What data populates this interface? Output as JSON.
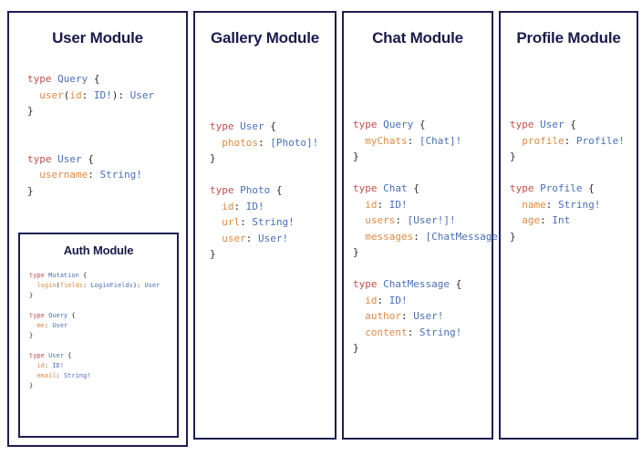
{
  "page": {
    "background": "#ffffff",
    "border_color": "#1e1e50",
    "title_color": "#1b1b4b"
  },
  "syntax_colors": {
    "keyword": "#c0504d",
    "type_name": "#4a6fb5",
    "field_name": "#e08a43",
    "punctuation": "#2b2b2b"
  },
  "cards": [
    {
      "id": "user",
      "title": "User Module",
      "code_lines": [
        [
          {
            "t": "type ",
            "c": "kw"
          },
          {
            "t": "Query",
            "c": "tn"
          },
          {
            "t": " {",
            "c": "punc"
          }
        ],
        [
          {
            "t": "  ",
            "c": "punc"
          },
          {
            "t": "user",
            "c": "fld"
          },
          {
            "t": "(",
            "c": "punc"
          },
          {
            "t": "id",
            "c": "fld"
          },
          {
            "t": ": ",
            "c": "punc"
          },
          {
            "t": "ID!",
            "c": "tn"
          },
          {
            "t": "): ",
            "c": "punc"
          },
          {
            "t": "User",
            "c": "tn"
          }
        ],
        [
          {
            "t": "}",
            "c": "punc"
          }
        ],
        [
          {
            "t": "",
            "c": "punc"
          }
        ],
        [
          {
            "t": "",
            "c": "punc"
          }
        ],
        [
          {
            "t": "type ",
            "c": "kw"
          },
          {
            "t": "User",
            "c": "tn"
          },
          {
            "t": " {",
            "c": "punc"
          }
        ],
        [
          {
            "t": "  ",
            "c": "punc"
          },
          {
            "t": "username",
            "c": "fld"
          },
          {
            "t": ": ",
            "c": "punc"
          },
          {
            "t": "String!",
            "c": "tn"
          }
        ],
        [
          {
            "t": "}",
            "c": "punc"
          }
        ]
      ]
    },
    {
      "id": "auth",
      "title": "Auth Module",
      "code_lines": [
        [
          {
            "t": "type ",
            "c": "kw"
          },
          {
            "t": "Mutation",
            "c": "tn"
          },
          {
            "t": " {",
            "c": "punc"
          }
        ],
        [
          {
            "t": "  ",
            "c": "punc"
          },
          {
            "t": "login",
            "c": "fld"
          },
          {
            "t": "(",
            "c": "punc"
          },
          {
            "t": "fields",
            "c": "fld"
          },
          {
            "t": ": ",
            "c": "punc"
          },
          {
            "t": "LoginFields",
            "c": "tn"
          },
          {
            "t": "): ",
            "c": "punc"
          },
          {
            "t": "User",
            "c": "tn"
          }
        ],
        [
          {
            "t": "}",
            "c": "punc"
          }
        ],
        [
          {
            "t": "",
            "c": "punc"
          }
        ],
        [
          {
            "t": "type ",
            "c": "kw"
          },
          {
            "t": "Query",
            "c": "tn"
          },
          {
            "t": " {",
            "c": "punc"
          }
        ],
        [
          {
            "t": "  ",
            "c": "punc"
          },
          {
            "t": "me",
            "c": "fld"
          },
          {
            "t": ": ",
            "c": "punc"
          },
          {
            "t": "User",
            "c": "tn"
          }
        ],
        [
          {
            "t": "}",
            "c": "punc"
          }
        ],
        [
          {
            "t": "",
            "c": "punc"
          }
        ],
        [
          {
            "t": "type ",
            "c": "kw"
          },
          {
            "t": "User",
            "c": "tn"
          },
          {
            "t": " {",
            "c": "punc"
          }
        ],
        [
          {
            "t": "  ",
            "c": "punc"
          },
          {
            "t": "id",
            "c": "fld"
          },
          {
            "t": ": ",
            "c": "punc"
          },
          {
            "t": "ID!",
            "c": "tn"
          }
        ],
        [
          {
            "t": "  ",
            "c": "punc"
          },
          {
            "t": "email",
            "c": "fld"
          },
          {
            "t": ": ",
            "c": "punc"
          },
          {
            "t": "String!",
            "c": "tn"
          }
        ],
        [
          {
            "t": "}",
            "c": "punc"
          }
        ]
      ]
    },
    {
      "id": "gallery",
      "title": "Gallery Module",
      "code_lines": [
        [
          {
            "t": "type ",
            "c": "kw"
          },
          {
            "t": "User",
            "c": "tn"
          },
          {
            "t": " {",
            "c": "punc"
          }
        ],
        [
          {
            "t": "  ",
            "c": "punc"
          },
          {
            "t": "photos",
            "c": "fld"
          },
          {
            "t": ": ",
            "c": "punc"
          },
          {
            "t": "[Photo]!",
            "c": "tn"
          }
        ],
        [
          {
            "t": "}",
            "c": "punc"
          }
        ],
        [
          {
            "t": "",
            "c": "punc"
          }
        ],
        [
          {
            "t": "type ",
            "c": "kw"
          },
          {
            "t": "Photo",
            "c": "tn"
          },
          {
            "t": " {",
            "c": "punc"
          }
        ],
        [
          {
            "t": "  ",
            "c": "punc"
          },
          {
            "t": "id",
            "c": "fld"
          },
          {
            "t": ": ",
            "c": "punc"
          },
          {
            "t": "ID!",
            "c": "tn"
          }
        ],
        [
          {
            "t": "  ",
            "c": "punc"
          },
          {
            "t": "url",
            "c": "fld"
          },
          {
            "t": ": ",
            "c": "punc"
          },
          {
            "t": "String!",
            "c": "tn"
          }
        ],
        [
          {
            "t": "  ",
            "c": "punc"
          },
          {
            "t": "user",
            "c": "fld"
          },
          {
            "t": ": ",
            "c": "punc"
          },
          {
            "t": "User!",
            "c": "tn"
          }
        ],
        [
          {
            "t": "}",
            "c": "punc"
          }
        ]
      ]
    },
    {
      "id": "chat",
      "title": "Chat Module",
      "code_lines": [
        [
          {
            "t": "type ",
            "c": "kw"
          },
          {
            "t": "Query",
            "c": "tn"
          },
          {
            "t": " {",
            "c": "punc"
          }
        ],
        [
          {
            "t": "  ",
            "c": "punc"
          },
          {
            "t": "myChats",
            "c": "fld"
          },
          {
            "t": ": ",
            "c": "punc"
          },
          {
            "t": "[Chat]!",
            "c": "tn"
          }
        ],
        [
          {
            "t": "}",
            "c": "punc"
          }
        ],
        [
          {
            "t": "",
            "c": "punc"
          }
        ],
        [
          {
            "t": "type ",
            "c": "kw"
          },
          {
            "t": "Chat",
            "c": "tn"
          },
          {
            "t": " {",
            "c": "punc"
          }
        ],
        [
          {
            "t": "  ",
            "c": "punc"
          },
          {
            "t": "id",
            "c": "fld"
          },
          {
            "t": ": ",
            "c": "punc"
          },
          {
            "t": "ID!",
            "c": "tn"
          }
        ],
        [
          {
            "t": "  ",
            "c": "punc"
          },
          {
            "t": "users",
            "c": "fld"
          },
          {
            "t": ": ",
            "c": "punc"
          },
          {
            "t": "[User!]!",
            "c": "tn"
          }
        ],
        [
          {
            "t": "  ",
            "c": "punc"
          },
          {
            "t": "messages",
            "c": "fld"
          },
          {
            "t": ": ",
            "c": "punc"
          },
          {
            "t": "[ChatMessage]!",
            "c": "tn"
          }
        ],
        [
          {
            "t": "}",
            "c": "punc"
          }
        ],
        [
          {
            "t": "",
            "c": "punc"
          }
        ],
        [
          {
            "t": "type ",
            "c": "kw"
          },
          {
            "t": "ChatMessage",
            "c": "tn"
          },
          {
            "t": " {",
            "c": "punc"
          }
        ],
        [
          {
            "t": "  ",
            "c": "punc"
          },
          {
            "t": "id",
            "c": "fld"
          },
          {
            "t": ": ",
            "c": "punc"
          },
          {
            "t": "ID!",
            "c": "tn"
          }
        ],
        [
          {
            "t": "  ",
            "c": "punc"
          },
          {
            "t": "author",
            "c": "fld"
          },
          {
            "t": ": ",
            "c": "punc"
          },
          {
            "t": "User!",
            "c": "tn"
          }
        ],
        [
          {
            "t": "  ",
            "c": "punc"
          },
          {
            "t": "content",
            "c": "fld"
          },
          {
            "t": ": ",
            "c": "punc"
          },
          {
            "t": "String!",
            "c": "tn"
          }
        ],
        [
          {
            "t": "}",
            "c": "punc"
          }
        ]
      ]
    },
    {
      "id": "profile",
      "title": "Profile Module",
      "code_lines": [
        [
          {
            "t": "type ",
            "c": "kw"
          },
          {
            "t": "User",
            "c": "tn"
          },
          {
            "t": " {",
            "c": "punc"
          }
        ],
        [
          {
            "t": "  ",
            "c": "punc"
          },
          {
            "t": "profile",
            "c": "fld"
          },
          {
            "t": ": ",
            "c": "punc"
          },
          {
            "t": "Profile!",
            "c": "tn"
          }
        ],
        [
          {
            "t": "}",
            "c": "punc"
          }
        ],
        [
          {
            "t": "",
            "c": "punc"
          }
        ],
        [
          {
            "t": "type ",
            "c": "kw"
          },
          {
            "t": "Profile",
            "c": "tn"
          },
          {
            "t": " {",
            "c": "punc"
          }
        ],
        [
          {
            "t": "  ",
            "c": "punc"
          },
          {
            "t": "name",
            "c": "fld"
          },
          {
            "t": ": ",
            "c": "punc"
          },
          {
            "t": "String!",
            "c": "tn"
          }
        ],
        [
          {
            "t": "  ",
            "c": "punc"
          },
          {
            "t": "age",
            "c": "fld"
          },
          {
            "t": ": ",
            "c": "punc"
          },
          {
            "t": "Int",
            "c": "tn"
          }
        ],
        [
          {
            "t": "}",
            "c": "punc"
          }
        ]
      ]
    }
  ]
}
